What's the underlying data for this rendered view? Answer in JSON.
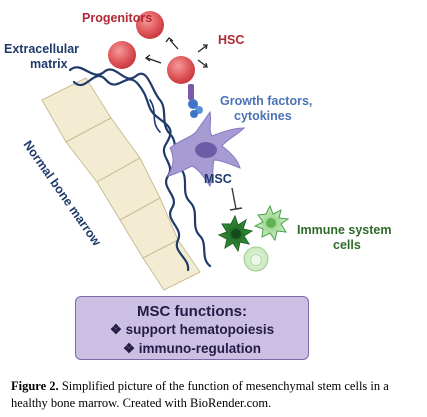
{
  "labels": {
    "progenitors": "Progenitors",
    "hsc": "HSC",
    "extracellular_matrix": [
      "Extracellular",
      "matrix"
    ],
    "growth_factors": [
      "Growth factors,",
      "cytokines"
    ],
    "normal_bone_marrow": "Normal bone marrow",
    "msc": "MSC",
    "immune_cells": [
      "Immune system",
      "cells"
    ]
  },
  "functions_box": {
    "title": "MSC functions:",
    "items": [
      "❖ support hematopoiesis",
      "❖ immuno-regulation"
    ]
  },
  "caption": {
    "label": "Figure 2.",
    "text": " Simplified picture of the function of mesenchymal stem cells in a healthy bone marrow. Created with BioRender.com."
  },
  "colors": {
    "hsc_red": "#e05a5e",
    "label_red": "#b02a35",
    "navy": "#1f3a6b",
    "msc_purple": "#a69bd3",
    "bone": "#f4ecd2",
    "immune_green": "#2f8a34",
    "box_fill": "#cbbfe3"
  }
}
